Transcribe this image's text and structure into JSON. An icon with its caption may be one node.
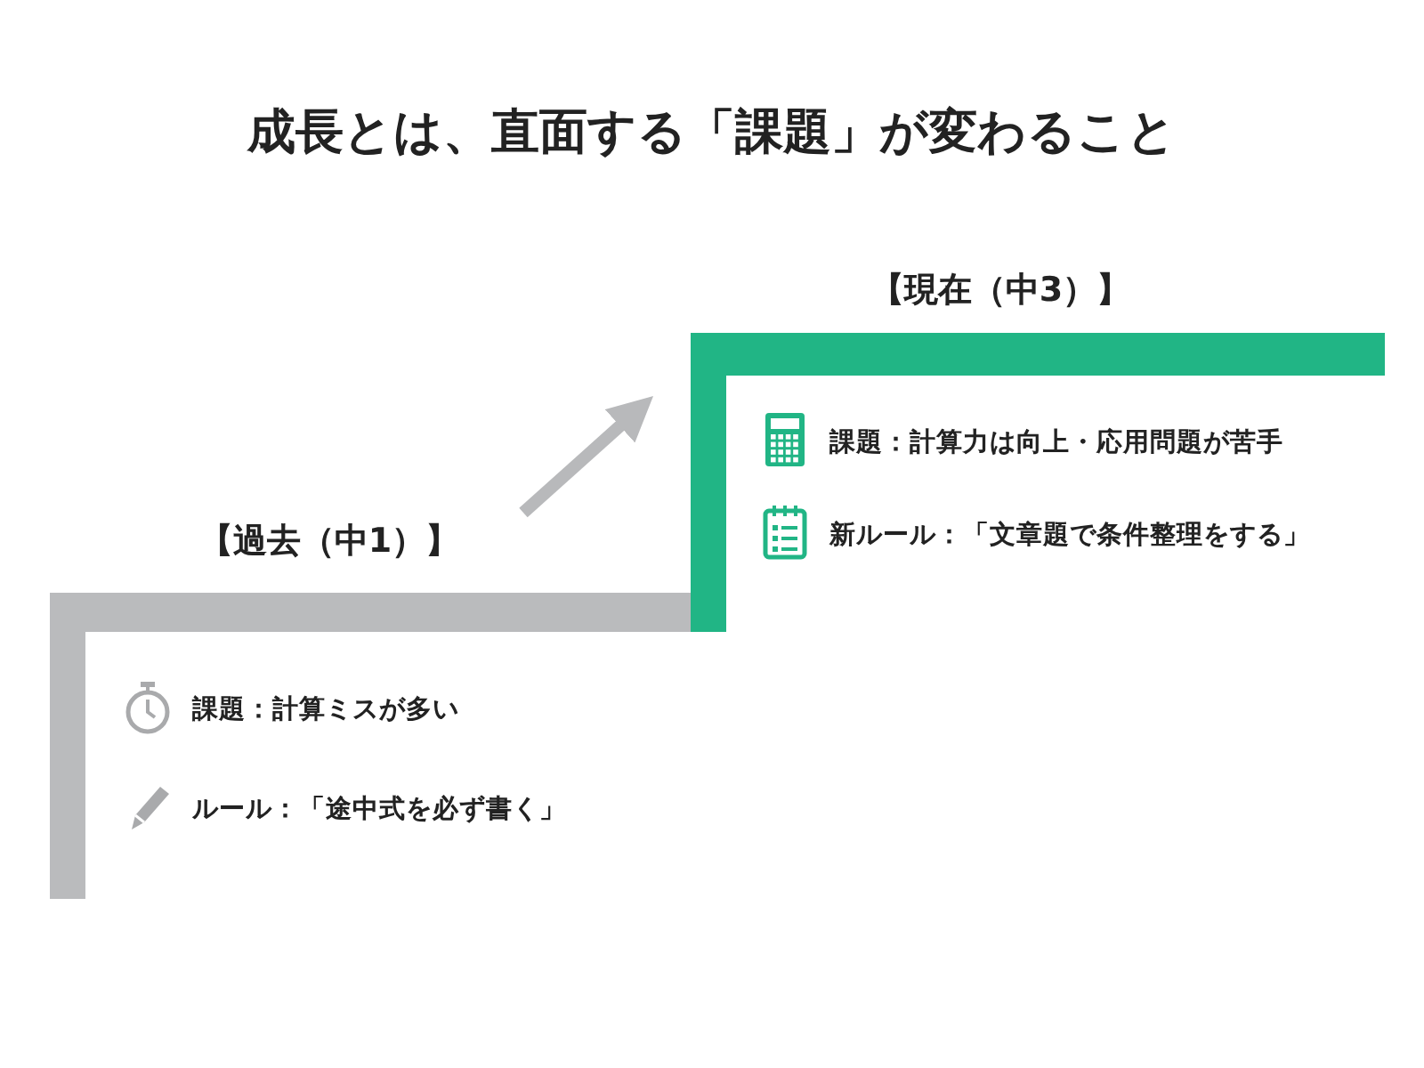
{
  "diagram": {
    "title": "成長とは、直面する「課題」が変わること",
    "nodes": [
      {
        "text": [
          "【過去（中1）】",
          "課題：計算ミスが多い",
          "ルール：「途中式を必ず書く」"
        ]
      },
      {
        "text": [
          "【現在（中3）】",
          "課題：計算力は向上・応用問題が苦手",
          "新ルール：「文章題で条件整理をする」"
        ]
      }
    ],
    "edges": [
      {
        "from": 0,
        "to": 1,
        "arrow": "to"
      }
    ]
  }
}
